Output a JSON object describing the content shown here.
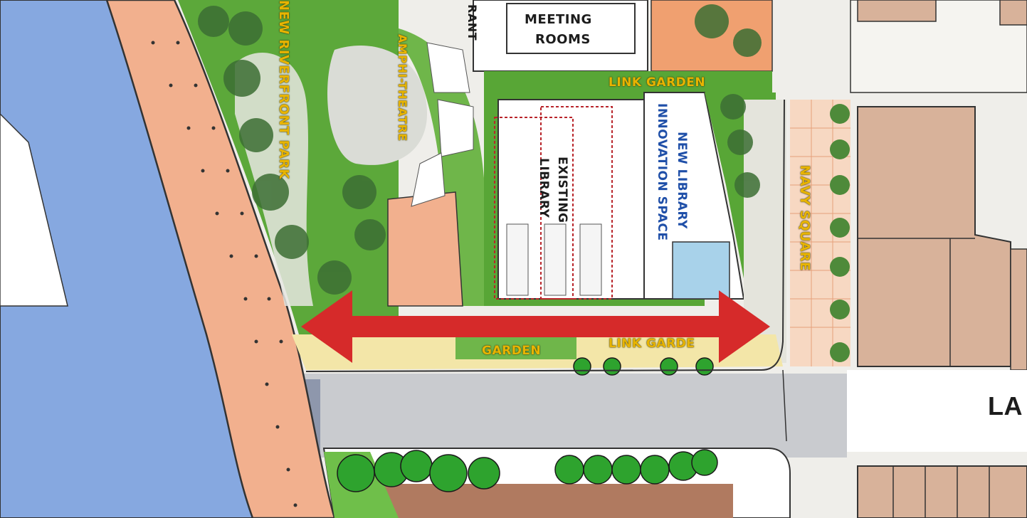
{
  "map": {
    "labels": {
      "meeting_rooms_1": "MEETING",
      "meeting_rooms_2": "ROOMS",
      "restaurant_partial": "RANT",
      "riverfront_park": "NEW RIVERFRONT PARK",
      "amphitheatre": "AMPHI-THEATRE",
      "link_garden_top": "LINK GARDEN",
      "new_library": "NEW LIBRARY",
      "innovation_space": "INNOVATION SPACE",
      "existing_library_1": "EXISTING",
      "existing_library_2": "LIBRARY",
      "navy_square": "NAVY SQUARE",
      "garden_bottom": "GARDEN",
      "link_garden_bottom": "LINK GARDE",
      "street_partial": "LA"
    },
    "colors": {
      "river": "#86a8e0",
      "promenade": "#f2b08e",
      "grass": "#58a636",
      "building": "#d8b29a",
      "arrow": "#d62a2a",
      "label": "#e8b400"
    },
    "icons": [
      "double-headed-arrow"
    ]
  }
}
